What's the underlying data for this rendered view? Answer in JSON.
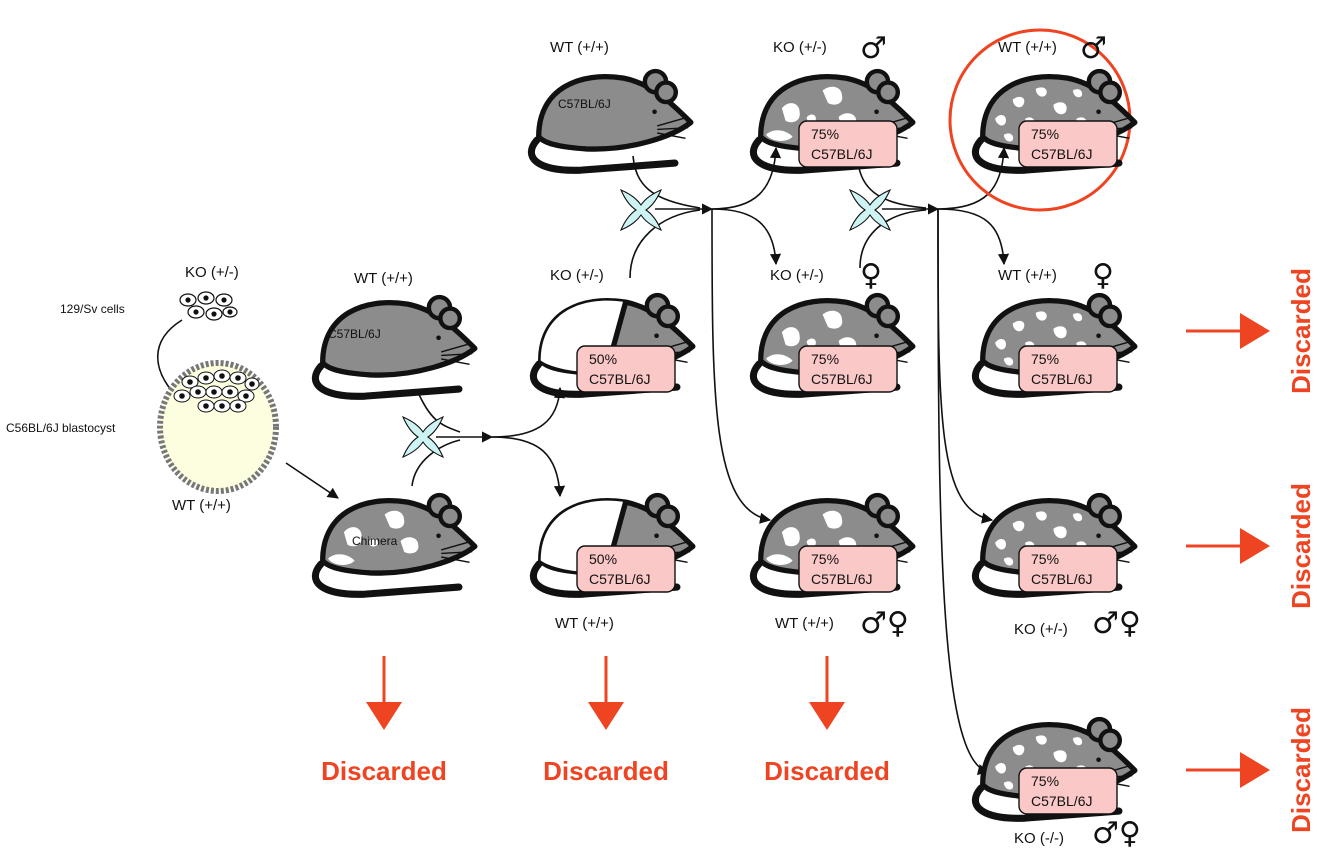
{
  "colors": {
    "mouse_body": "#8c8c8c",
    "mouse_white": "#ffffff",
    "badge_fill": "#fbc8c8",
    "cross_fill": "#cdf3f3",
    "blastocyst_fill": "#fdfde0",
    "discard_red": "#ee4422",
    "outline": "#111111"
  },
  "source": {
    "cells_genotype": "KO (+/-)",
    "cells_label": "129/Sv cells",
    "blastocyst_label": "C56BL/6J blastocyst",
    "blastocyst_genotype": "WT (+/+)"
  },
  "mice": {
    "gen0_wt": {
      "genotype": "WT (+/+)",
      "strain": "C57BL/6J"
    },
    "gen0_chimera": {
      "strain": "Chimera"
    },
    "gen1_wt_parent": {
      "genotype": "WT (+/+)",
      "strain": "C57BL/6J"
    },
    "gen1_ko": {
      "genotype": "KO (+/-)",
      "percent": "50%",
      "strain": "C57BL/6J"
    },
    "gen1_wt": {
      "genotype": "WT (+/+)",
      "percent": "50%",
      "strain": "C57BL/6J"
    },
    "gen2_ko_male": {
      "genotype": "KO (+/-)",
      "percent": "75%",
      "strain": "C57BL/6J",
      "sex": "♂"
    },
    "gen2_ko_female": {
      "genotype": "KO (+/-)",
      "percent": "75%",
      "strain": "C57BL/6J",
      "sex": "♀"
    },
    "gen2_wt": {
      "genotype": "WT (+/+)",
      "percent": "75%",
      "strain": "C57BL/6J",
      "sex": "♂♀"
    },
    "gen3_wt_male": {
      "genotype": "WT (+/+)",
      "percent": "75%",
      "strain": "C57BL/6J",
      "sex": "♂"
    },
    "gen3_wt_female": {
      "genotype": "WT (+/+)",
      "percent": "75%",
      "strain": "C57BL/6J",
      "sex": "♀"
    },
    "gen3_het": {
      "genotype": "KO (+/-)",
      "percent": "75%",
      "strain": "C57BL/6J",
      "sex": "♂♀"
    },
    "gen3_hom": {
      "genotype": "KO (-/-)",
      "percent": "75%",
      "strain": "C57BL/6J",
      "sex": "♂♀"
    }
  },
  "discarded_label": "Discarded"
}
